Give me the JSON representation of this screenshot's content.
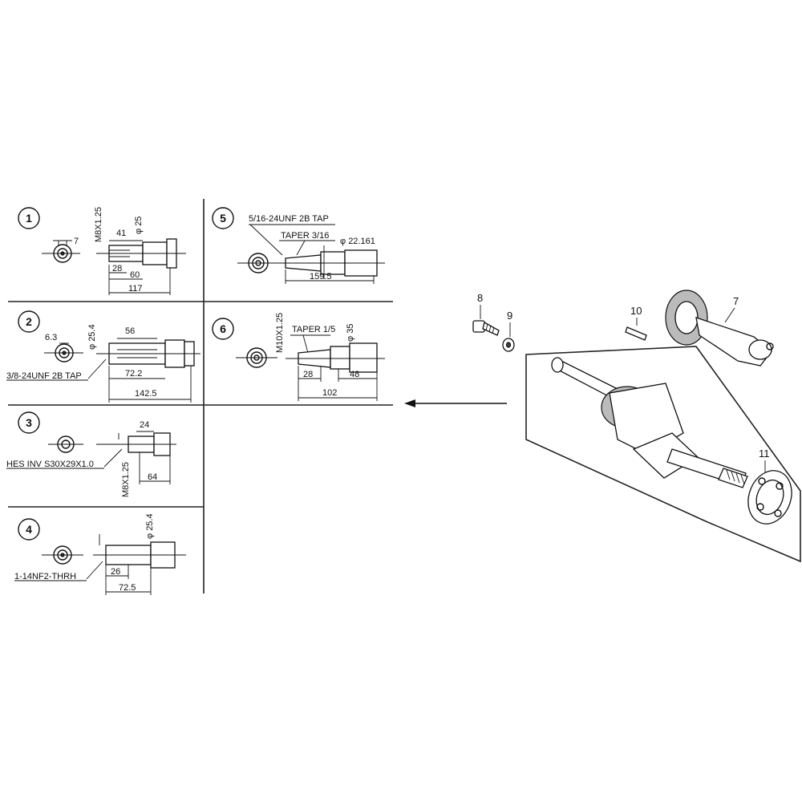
{
  "variants": [
    {
      "id": "1",
      "labels": [
        "7",
        "M8X1.25",
        "41",
        "φ 25",
        "28",
        "60",
        "117"
      ]
    },
    {
      "id": "2",
      "labels": [
        "6.3",
        "φ 25.4",
        "56",
        "72.2",
        "142.5",
        "3/8-24UNF 2B TAP"
      ]
    },
    {
      "id": "3",
      "labels": [
        "24",
        "HES INV S30X29X1.0",
        "M8X1.25",
        "64"
      ]
    },
    {
      "id": "4",
      "labels": [
        "φ 25.4",
        "26",
        "72.5",
        "1-14NF2-THRH"
      ]
    },
    {
      "id": "5",
      "labels": [
        "5/16-24UNF 2B TAP",
        "TAPER 3/16",
        "φ 22.161",
        "159.5"
      ]
    },
    {
      "id": "6",
      "labels": [
        "M10X1.25",
        "TAPER 1/5",
        "φ 35",
        "28",
        "48",
        "102"
      ]
    }
  ],
  "callouts": [
    "8",
    "9",
    "10",
    "7",
    "11"
  ]
}
